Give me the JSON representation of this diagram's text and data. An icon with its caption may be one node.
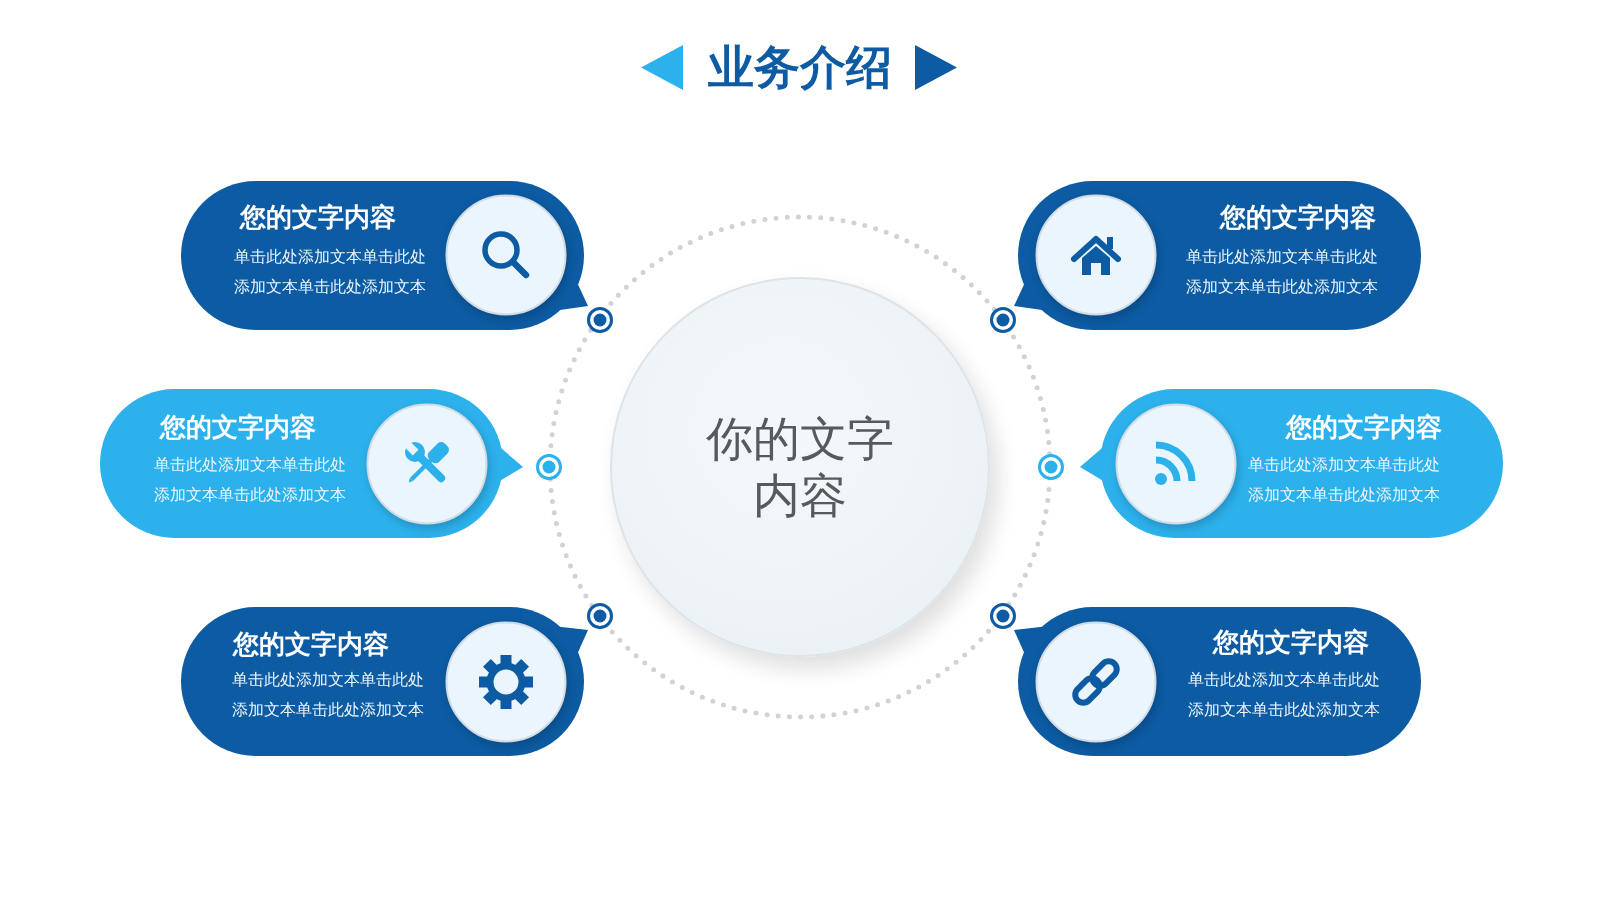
{
  "diagram": {
    "title": "业务介绍",
    "nodes": [
      {
        "text": [
          "您的文字内容",
          "单击此处添加文本单击此处添加文本单击此处添加文本"
        ]
      },
      {
        "text": [
          "您的文字内容",
          "单击此处添加文本单击此处添加文本单击此处添加文本"
        ]
      },
      {
        "text": [
          "您的文字内容",
          "单击此处添加文本单击此处添加文本单击此处添加文本"
        ]
      },
      {
        "text": [
          "你的文字内容"
        ]
      },
      {
        "text": [
          "您的文字内容",
          "单击此处添加文本单击此处添加文本单击此处添加文本"
        ]
      },
      {
        "text": [
          "您的文字内容",
          "单击此处添加文本单击此处添加文本单击此处添加文本"
        ]
      },
      {
        "text": [
          "您的文字内容",
          "单击此处添加文本单击此处添加文本单击此处添加文本"
        ]
      }
    ]
  }
}
